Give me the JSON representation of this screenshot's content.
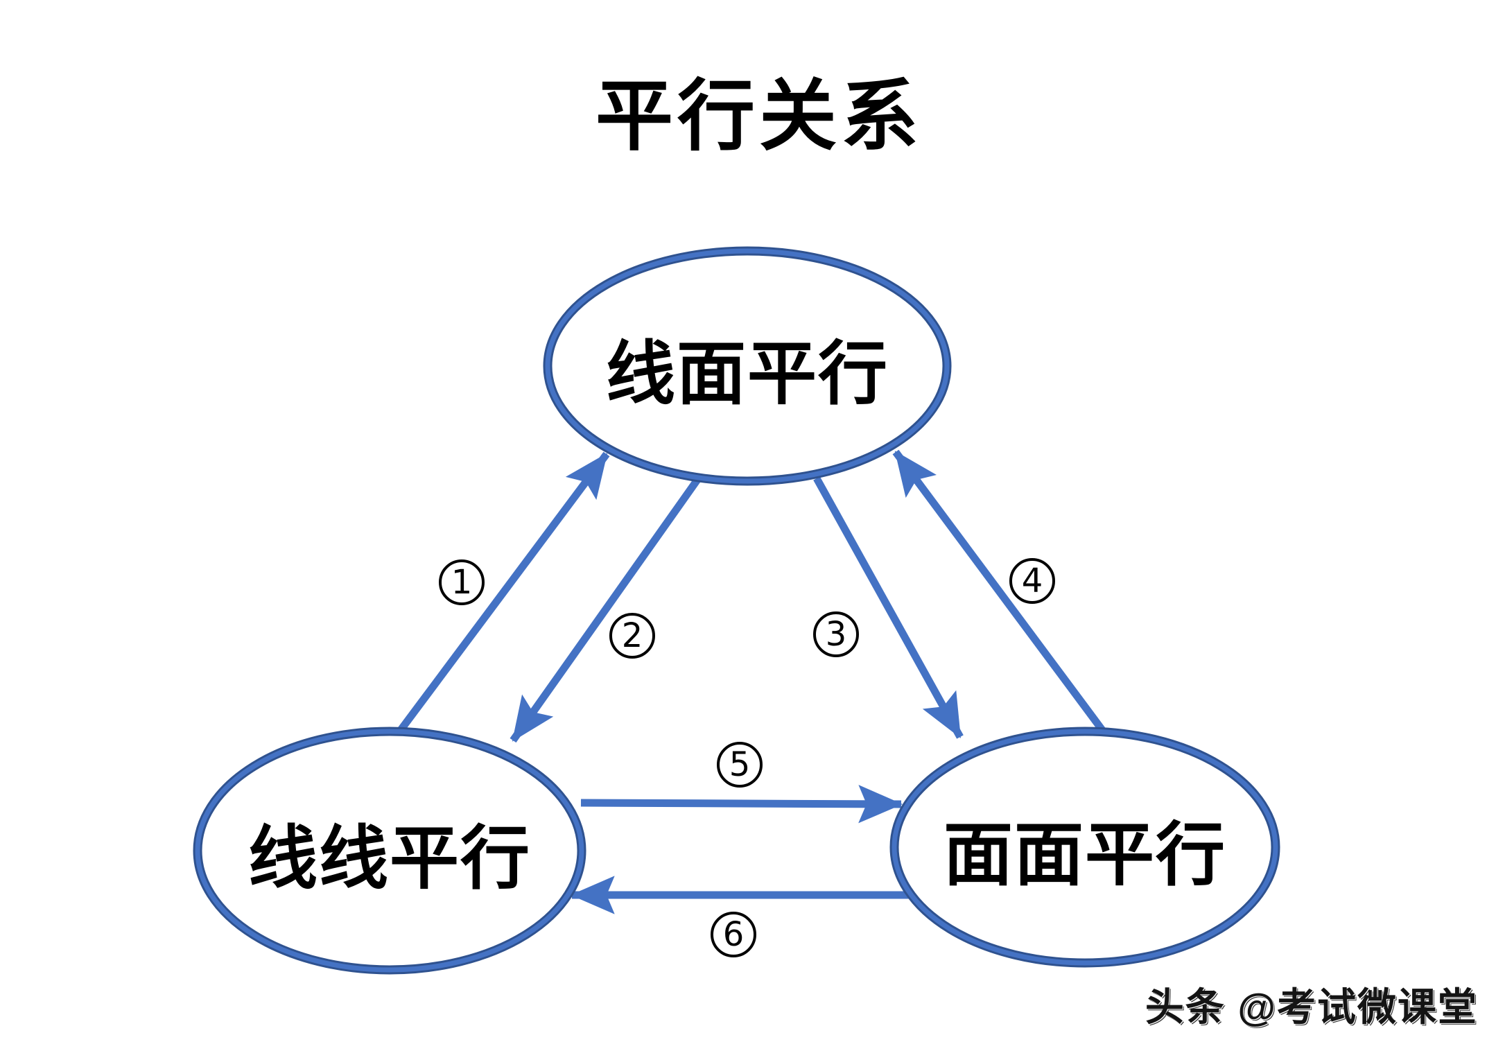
{
  "title": "平行关系",
  "nodes": {
    "top": {
      "label": "线面平行"
    },
    "bottom_left": {
      "label": "线线平行"
    },
    "bottom_right": {
      "label": "面面平行"
    }
  },
  "edges": [
    {
      "num": "1",
      "from": "线线平行",
      "to": "线面平行"
    },
    {
      "num": "2",
      "from": "线面平行",
      "to": "线线平行"
    },
    {
      "num": "3",
      "from": "线面平行",
      "to": "面面平行"
    },
    {
      "num": "4",
      "from": "面面平行",
      "to": "线面平行"
    },
    {
      "num": "5",
      "from": "线线平行",
      "to": "面面平行"
    },
    {
      "num": "6",
      "from": "面面平行",
      "to": "线线平行"
    }
  ],
  "watermark": "头条 @考试微课堂",
  "colors": {
    "arrow_blue": "#4472C4",
    "ellipse_edge_blue": "#2F528F",
    "text_black": "#000000",
    "background": "#FFFFFF"
  }
}
